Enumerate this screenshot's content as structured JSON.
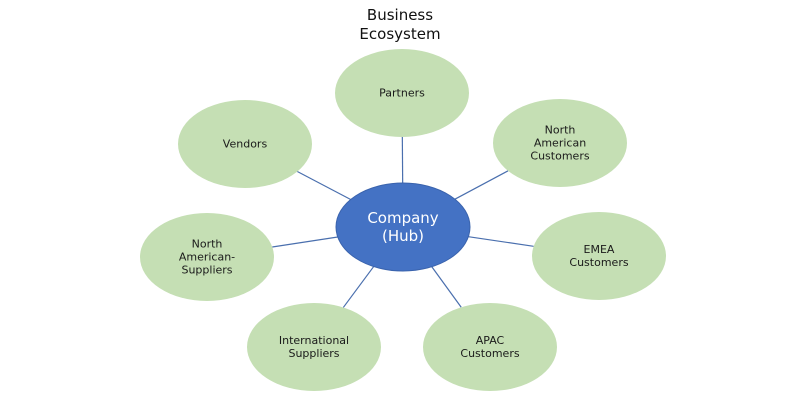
{
  "title": "Business\nEcosystem",
  "colors": {
    "hub_fill": "#4472c4",
    "hub_stroke": "#3a63ad",
    "node_fill": "#c5dfb4",
    "edge": "#4a6fae"
  },
  "hub": {
    "id": "hub",
    "lines": [
      "Company",
      "(Hub)"
    ]
  },
  "nodes": [
    {
      "id": "partners",
      "lines": [
        "Partners"
      ]
    },
    {
      "id": "north-american-customers",
      "lines": [
        "North",
        "American",
        "Customers"
      ]
    },
    {
      "id": "emea-customers",
      "lines": [
        "EMEA",
        "Customers"
      ]
    },
    {
      "id": "apac-customers",
      "lines": [
        "APAC",
        "Customers"
      ]
    },
    {
      "id": "international-suppliers",
      "lines": [
        "International",
        "Suppliers"
      ]
    },
    {
      "id": "north-american-suppliers",
      "lines": [
        "North",
        "American-",
        "Suppliers"
      ]
    },
    {
      "id": "vendors",
      "lines": [
        "Vendors"
      ]
    }
  ],
  "edges": [
    [
      "hub",
      "partners"
    ],
    [
      "hub",
      "north-american-customers"
    ],
    [
      "hub",
      "emea-customers"
    ],
    [
      "hub",
      "apac-customers"
    ],
    [
      "hub",
      "international-suppliers"
    ],
    [
      "hub",
      "north-american-suppliers"
    ],
    [
      "hub",
      "vendors"
    ]
  ]
}
